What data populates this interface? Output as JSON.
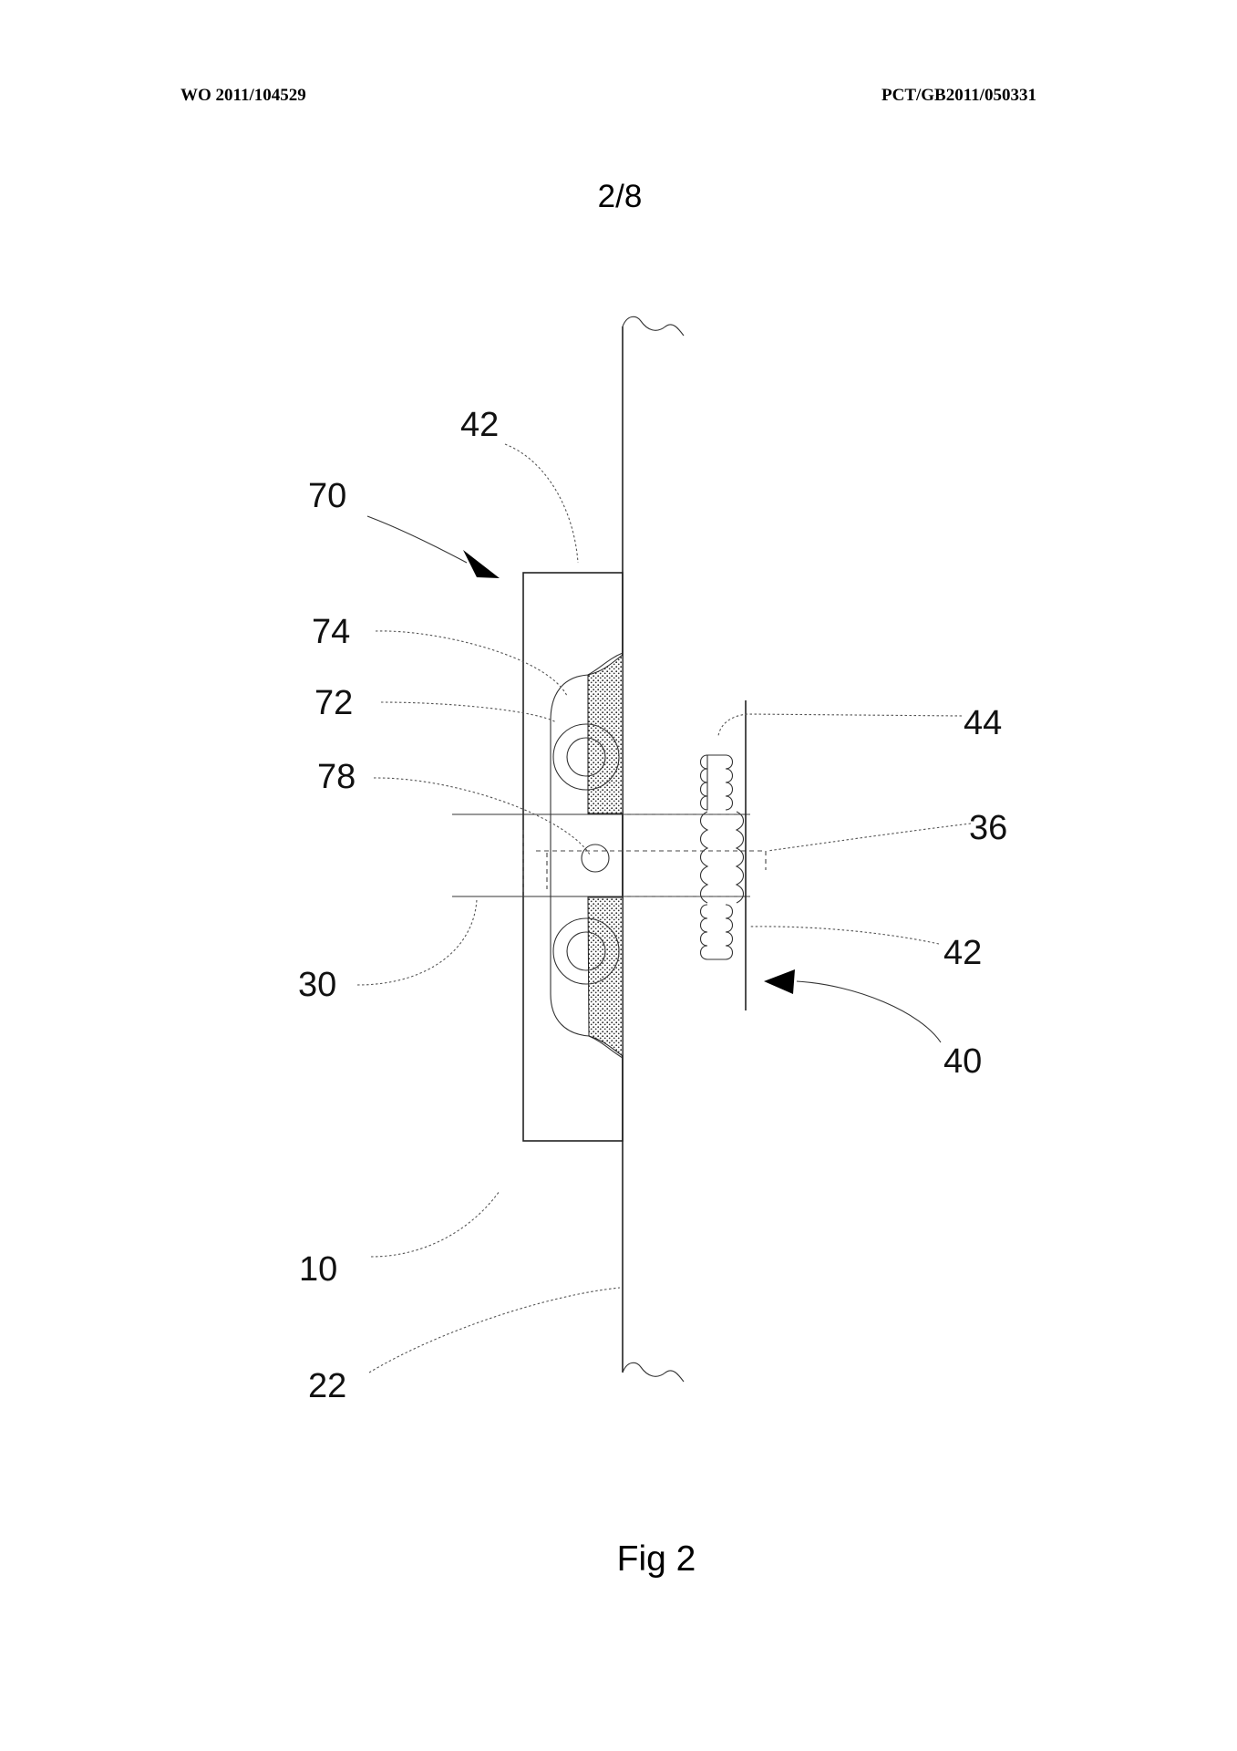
{
  "header": {
    "publication_number": "WO 2011/104529",
    "application_number": "PCT/GB2011/050331"
  },
  "sheet_number": "2/8",
  "figure_caption": "Fig 2",
  "labels": {
    "l42_top": "42",
    "l70": "70",
    "l74": "74",
    "l72": "72",
    "l78": "78",
    "l44": "44",
    "l36": "36",
    "l42_right": "42",
    "l30": "30",
    "l40": "40",
    "l10": "10",
    "l22": "22"
  }
}
